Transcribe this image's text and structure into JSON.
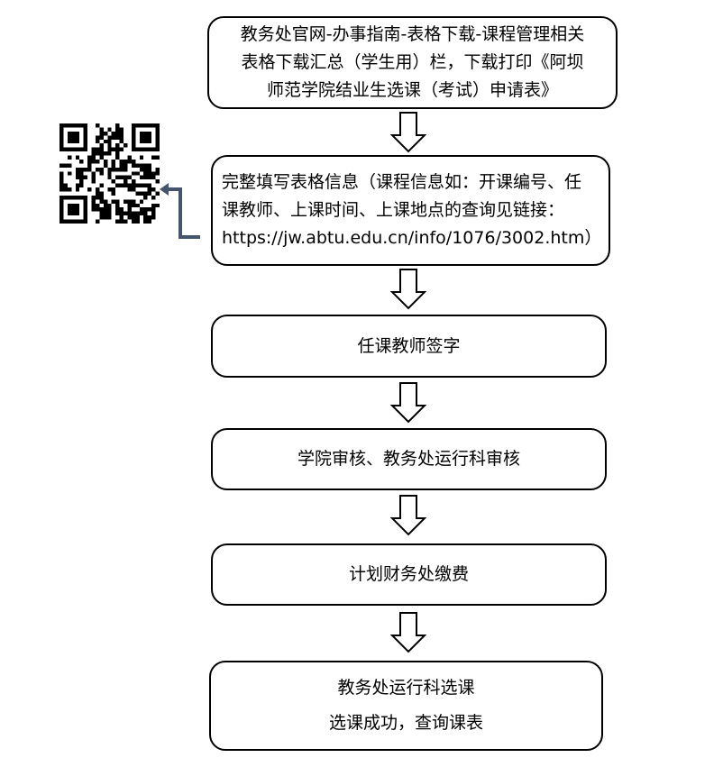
{
  "steps": [
    {
      "lines": [
        "教务处官网-办事指南-表格下载-课程管理相关",
        "表格下载汇总（学生用）栏，下载打印《阿坝",
        "师范学院结业生选课（考试）申请表》"
      ]
    },
    {
      "lines": [
        "完整填写表格信息（课程信息如：开课编号、任",
        "课教师、上课时间、上课地点的查询见链接：",
        "https://jw.abtu.edu.cn/info/1076/3002.htm）"
      ]
    },
    {
      "lines": [
        "任课教师签字"
      ]
    },
    {
      "lines": [
        "学院审核、教务处运行科审核"
      ]
    },
    {
      "lines": [
        "计划财务处缴费"
      ]
    },
    {
      "lines": [
        "教务处运行科选课",
        "选课成功，查询课表"
      ]
    }
  ],
  "colors": {
    "connector": "#44546a",
    "border": "#000000"
  }
}
